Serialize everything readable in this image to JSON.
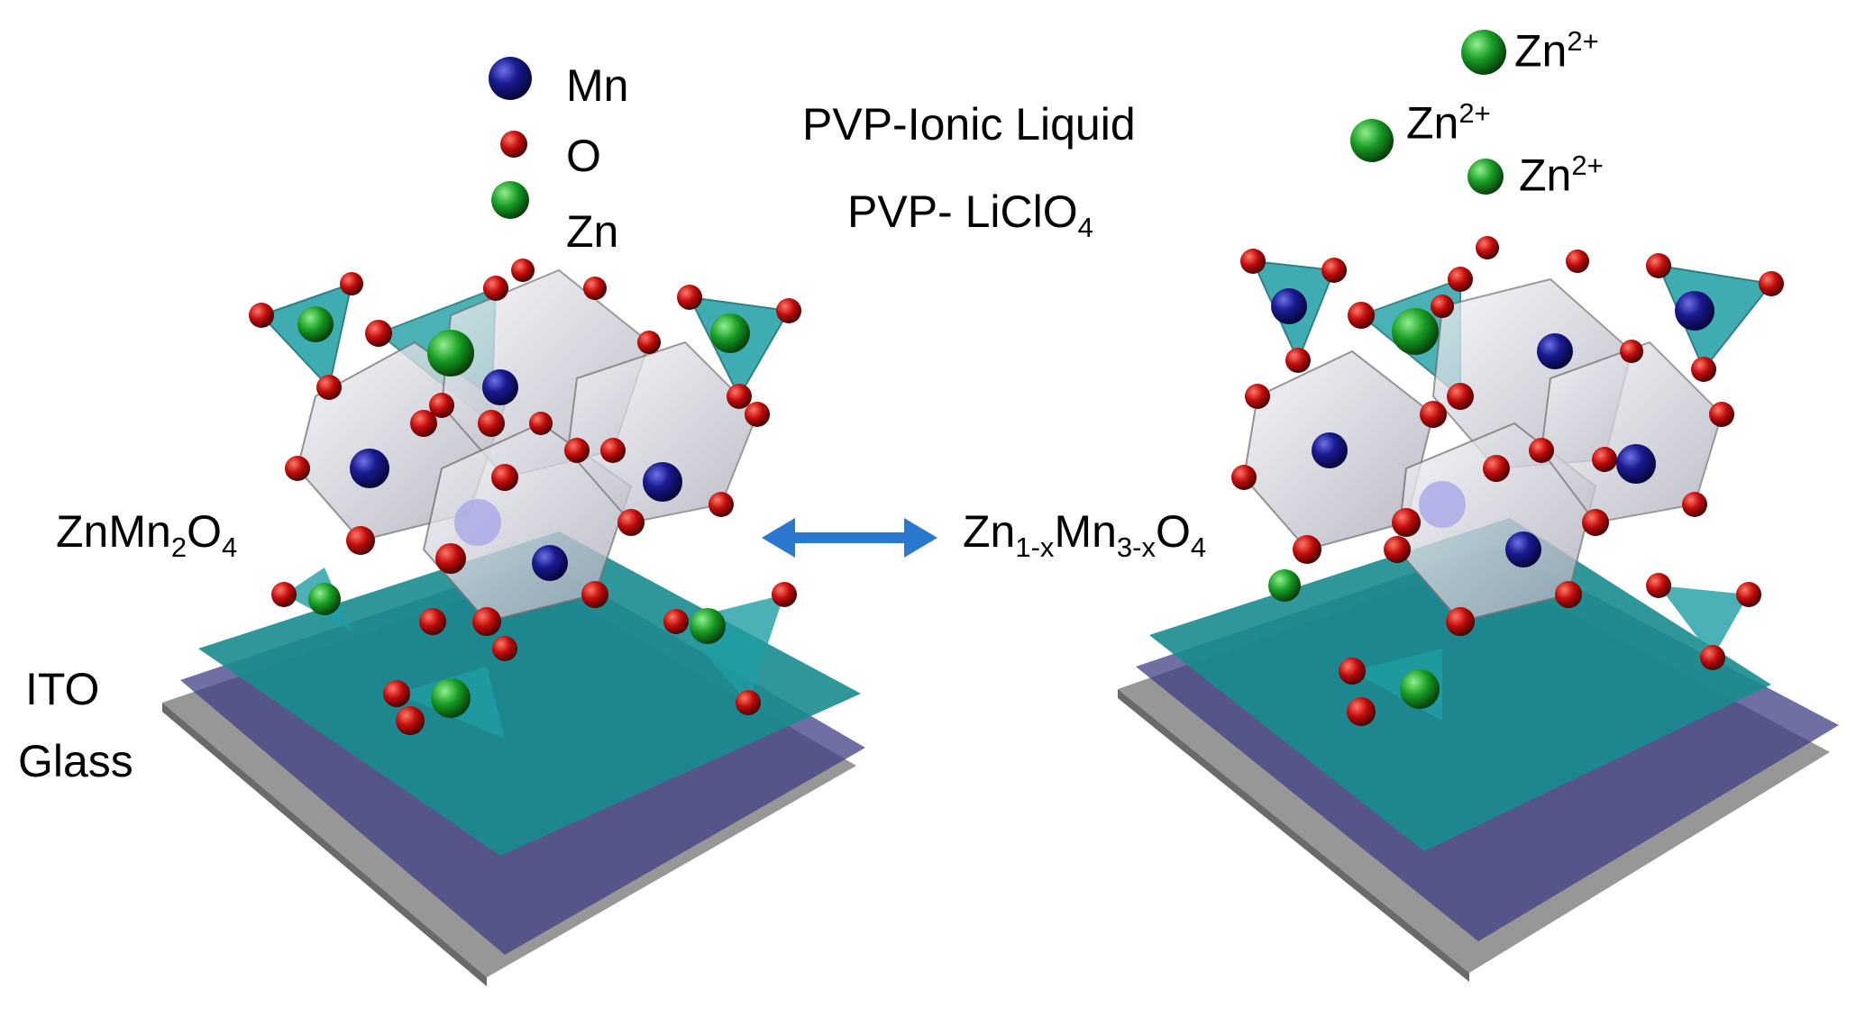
{
  "legend": {
    "mn": "Mn",
    "o": "O",
    "zn": "Zn"
  },
  "electrolyte": {
    "line1": "PVP-Ionic Liquid",
    "line2_prefix": "PVP- LiClO",
    "line2_sub": "4"
  },
  "ions": {
    "base": "Zn",
    "charge": "2+"
  },
  "left_structure": {
    "formula_parts": [
      "ZnMn",
      "2",
      "O",
      "4"
    ]
  },
  "right_structure": {
    "formula_parts": [
      "Zn",
      "1-x",
      "Mn",
      "3-x",
      "O",
      "4"
    ]
  },
  "substrate": {
    "line1": "ITO",
    "line2": "Glass"
  },
  "colors": {
    "mn": "#1c1c8e",
    "o": "#c00a0a",
    "zn": "#1f9e2a",
    "tetrahedra": "#1e9ea4",
    "octahedra": "#d6d6e0",
    "ito_plate": "#1b8a8c",
    "mid_plate": "#4a4a8a",
    "glass_plate": "#8c8c8c",
    "arrow": "#2a78d0"
  }
}
